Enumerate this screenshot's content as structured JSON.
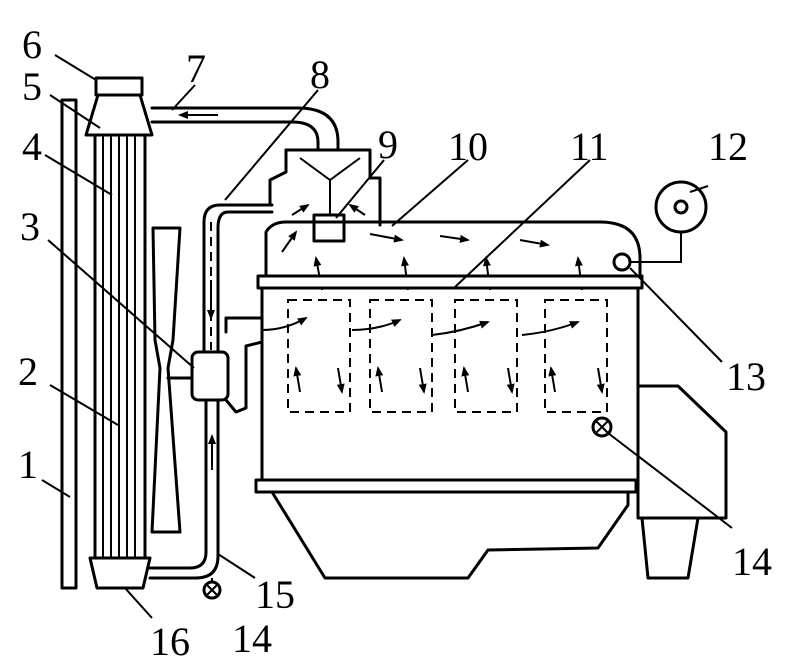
{
  "labels": {
    "l1": "1",
    "l2": "2",
    "l3": "3",
    "l4": "4",
    "l5": "5",
    "l6": "6",
    "l7": "7",
    "l8": "8",
    "l9": "9",
    "l10": "10",
    "l11": "11",
    "l12": "12",
    "l13": "13",
    "l14a": "14",
    "l14b": "14",
    "l15": "15",
    "l16": "16"
  }
}
